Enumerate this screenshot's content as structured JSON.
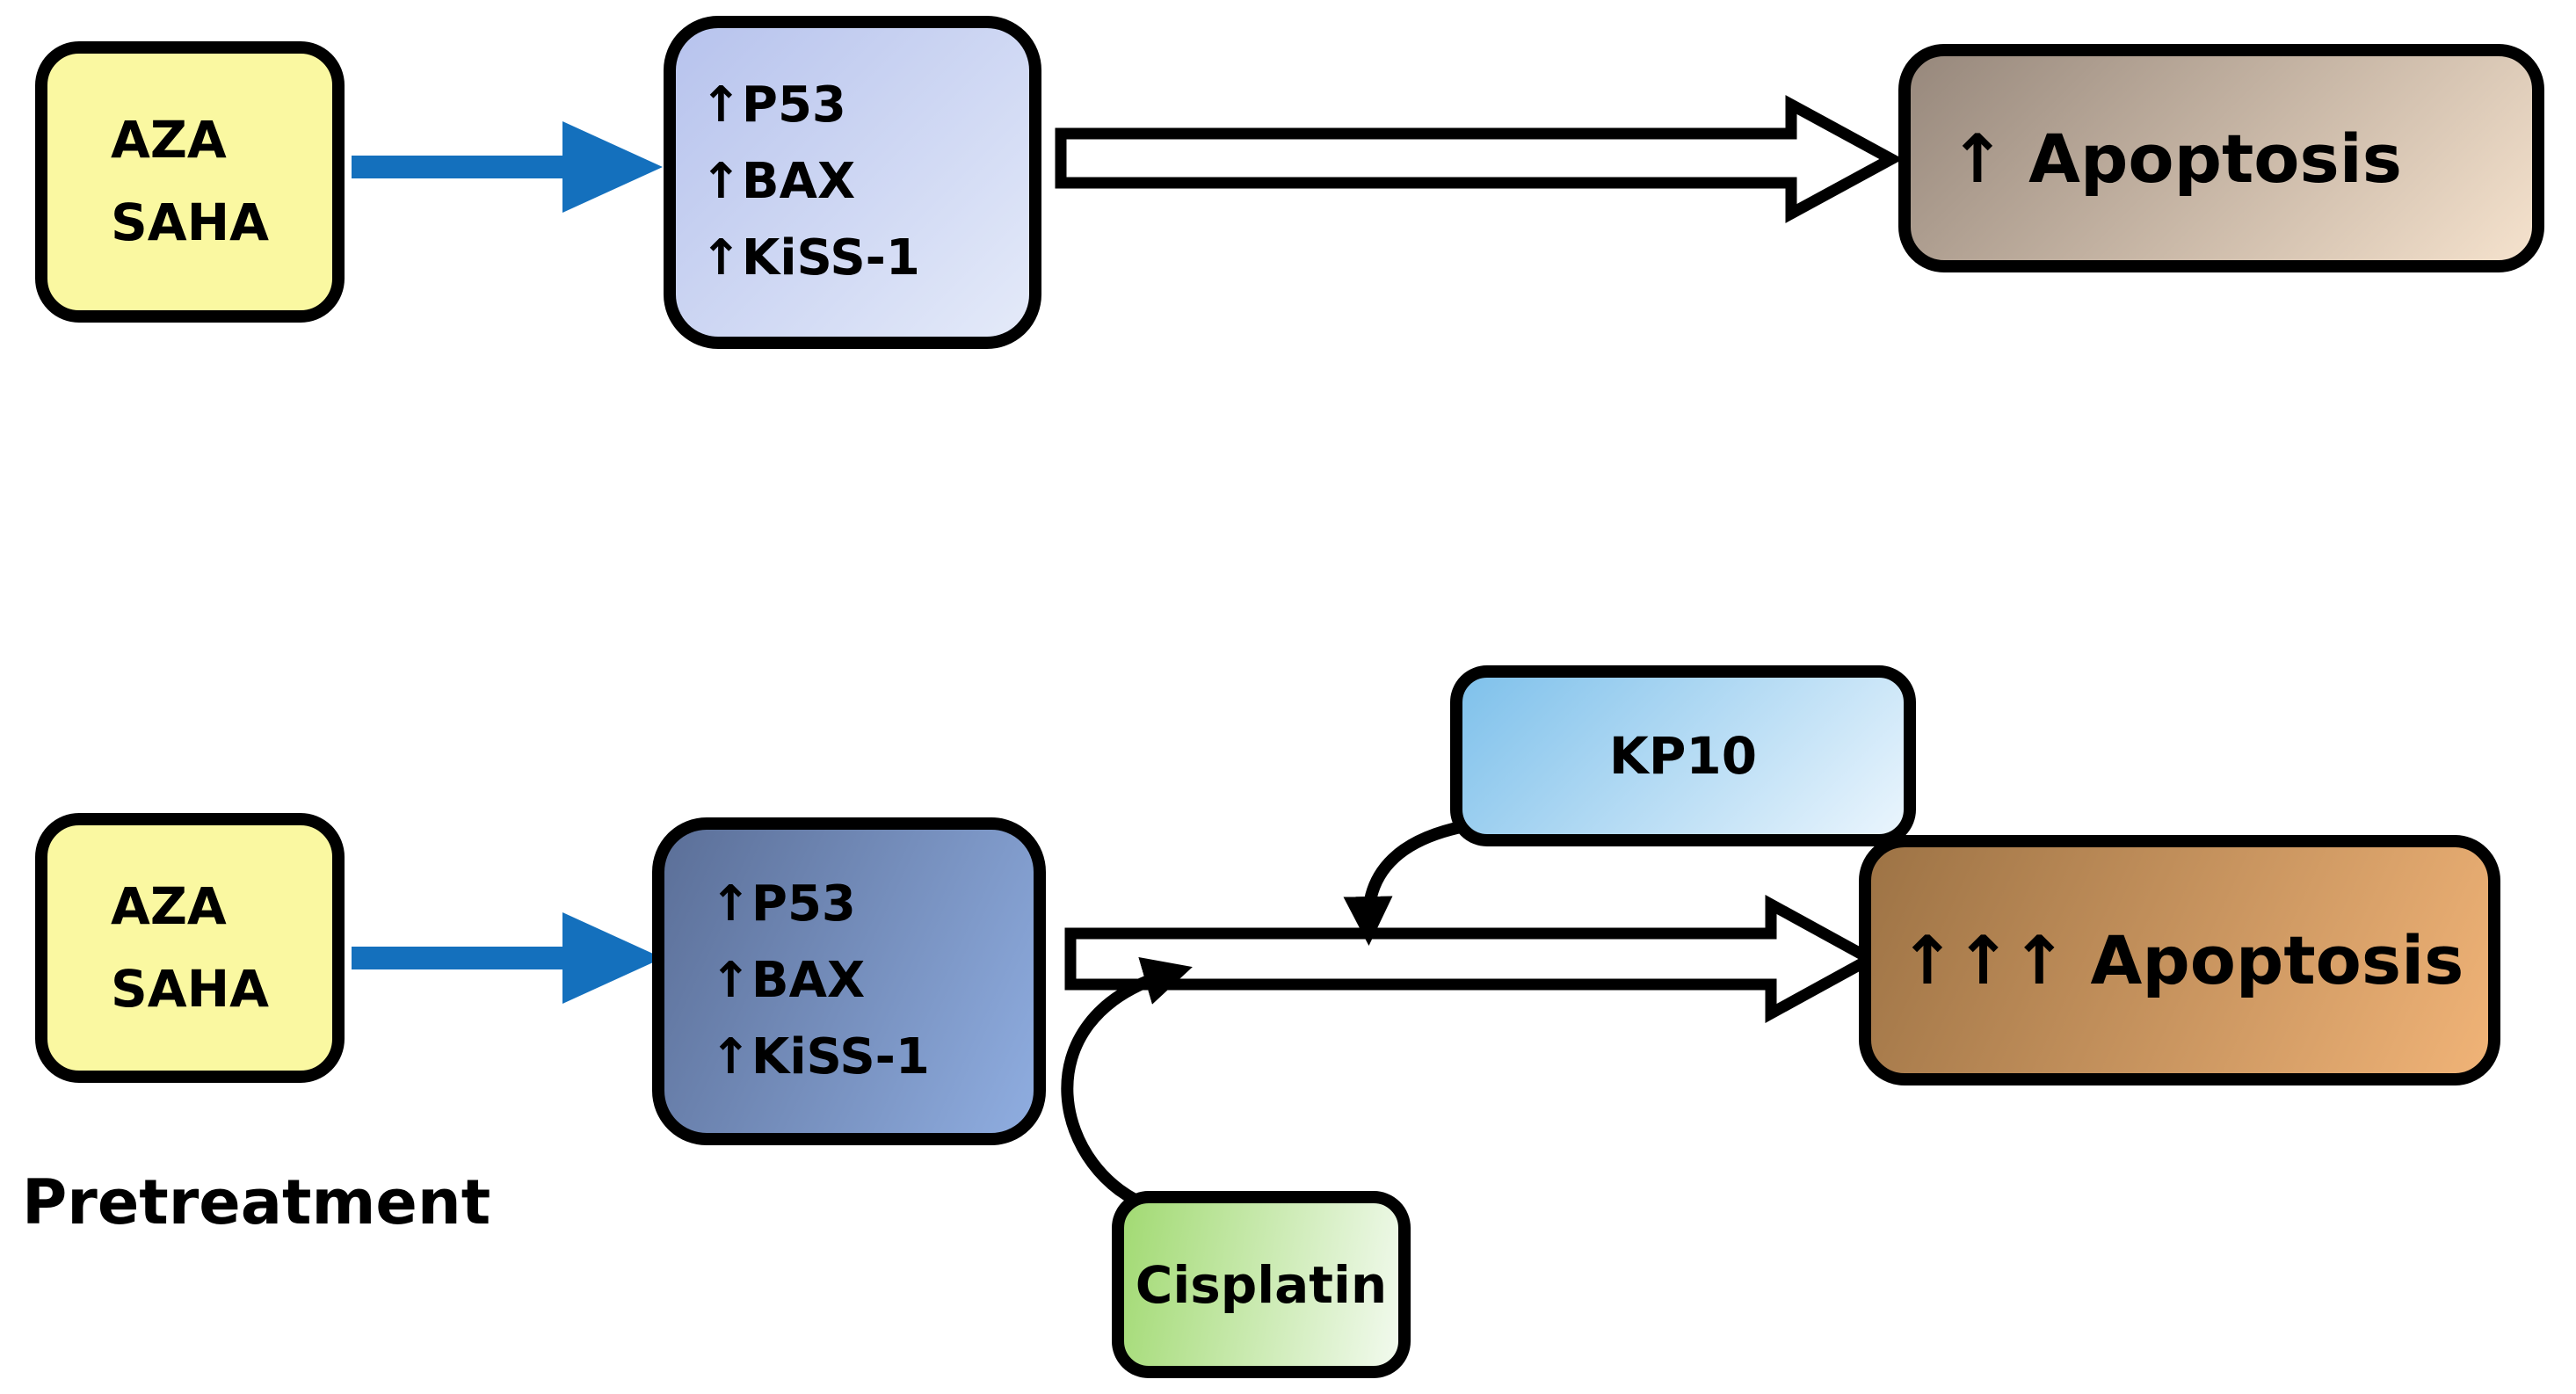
{
  "diagram": {
    "top_pathway": {
      "drug_box": {
        "line1": "AZA",
        "line2": "SAHA"
      },
      "effect_box": {
        "line1": "↑P53",
        "line2": "↑BAX",
        "line3": "↑KiSS-1"
      },
      "outcome_box": {
        "label": "↑ Apoptosis"
      }
    },
    "bottom_pathway": {
      "drug_box": {
        "line1": "AZA",
        "line2": "SAHA"
      },
      "caption": "Pretreatment",
      "effect_box": {
        "line1": "↑P53",
        "line2": "↑BAX",
        "line3": "↑KiSS-1"
      },
      "kp10_box": {
        "label": "KP10"
      },
      "cisplatin_box": {
        "label": "Cisplatin"
      },
      "outcome_box": {
        "label": "↑↑↑ Apoptosis"
      }
    }
  },
  "colors": {
    "page_bg": "#FFFFFF",
    "box_border": "#000000",
    "line_color": "#000000",
    "drug_fill": "#FAF8A1",
    "effect_top_from": "#B7C3ED",
    "effect_top_to": "#E4EAF9",
    "effect_bottom_from": "#5B6F98",
    "effect_bottom_to": "#8FADE0",
    "kp10_from": "#7FC1EB",
    "kp10_to": "#EAF5FD",
    "outcome_top_from": "#97887C",
    "outcome_top_to": "#F5E2CD",
    "outcome_bottom_from": "#9D7345",
    "outcome_bottom_to": "#F0B377",
    "cisplatin_from": "#A2DA73",
    "cisplatin_to": "#F2FAEE",
    "blue_arrow": "#1470BD",
    "block_arrow_fill": "#FFFFFF"
  }
}
